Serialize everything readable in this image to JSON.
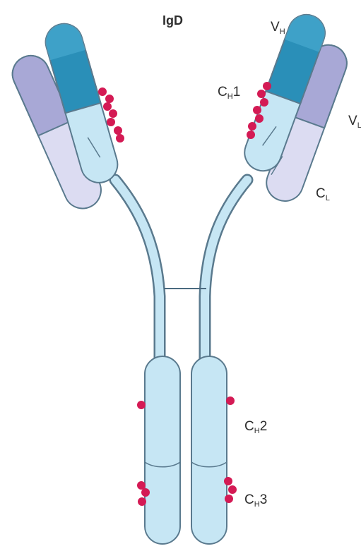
{
  "title": "IgD",
  "labels": {
    "vh": {
      "main": "V",
      "sub": "H",
      "tail": ""
    },
    "ch1": {
      "main": "C",
      "sub": "H",
      "tail": "1"
    },
    "vl": {
      "main": "V",
      "sub": "L",
      "tail": ""
    },
    "cl": {
      "main": "C",
      "sub": "L",
      "tail": ""
    },
    "ch2": {
      "main": "C",
      "sub": "H",
      "tail": "2"
    },
    "ch3": {
      "main": "C",
      "sub": "H",
      "tail": "3"
    }
  },
  "colors": {
    "heavy_variable": "#2a8fb8",
    "heavy_constant": "#c6e6f4",
    "light_variable": "#a8a8d6",
    "light_constant": "#dcdcf2",
    "glycan": "#d41a54",
    "outline": "#5a7a8e"
  }
}
